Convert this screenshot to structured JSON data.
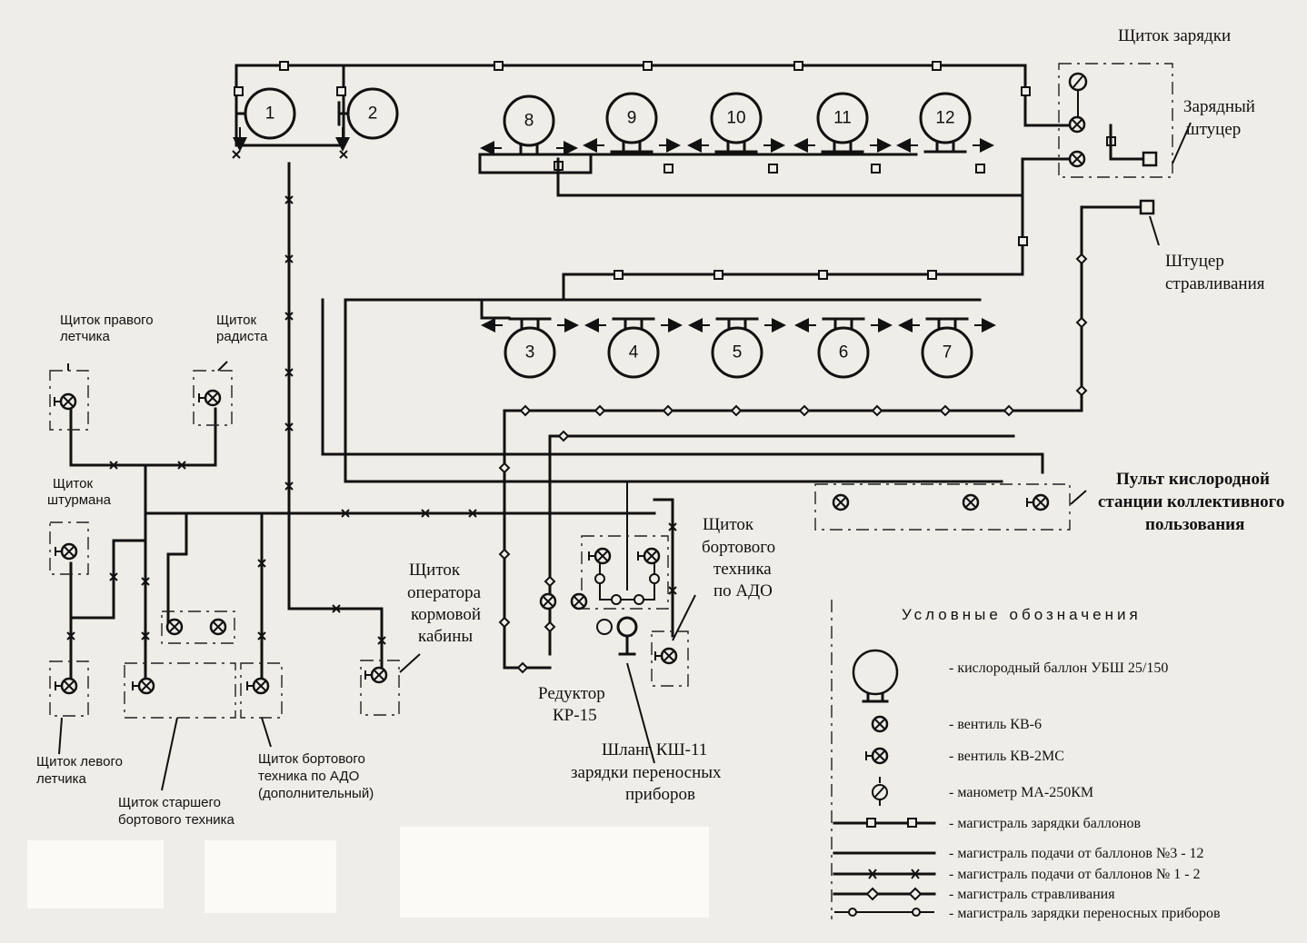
{
  "cylinders": [
    "1",
    "2",
    "3",
    "4",
    "5",
    "6",
    "7",
    "8",
    "9",
    "10",
    "11",
    "12"
  ],
  "labels": {
    "charge_panel": "Щиток зарядки",
    "charge_fitting_1": "Зарядный",
    "charge_fitting_2": "штуцер",
    "bleed_fitting_1": "Штуцер",
    "bleed_fitting_2": "стравливания",
    "right_pilot_1": "Щиток правого",
    "right_pilot_2": "летчика",
    "radio_1": "Щиток",
    "radio_2": "радиста",
    "navigator_1": "Щиток",
    "navigator_2": "штурмана",
    "left_pilot_1": "Щиток левого",
    "left_pilot_2": "летчика",
    "senior_tech_1": "Щиток старшего",
    "senior_tech_2": "бортового техника",
    "ado_extra_1": "Щиток бортового",
    "ado_extra_2": "техника по АДО",
    "ado_extra_3": "(дополнительный)",
    "aft_op_1": "Щиток",
    "aft_op_2": "оператора",
    "aft_op_3": "кормовой",
    "aft_op_4": "кабины",
    "ado_tech_1": "Щиток",
    "ado_tech_2": "бортового",
    "ado_tech_3": "техника",
    "ado_tech_4": "по АДО",
    "reducer_1": "Редуктор",
    "reducer_2": "КР-15",
    "hose_1": "Шланг КШ-11",
    "hose_2": "зарядки переносных",
    "hose_3": "приборов",
    "console_1": "Пульт кислородной",
    "console_2": "станции коллективного",
    "console_3": "пользования"
  },
  "legend": {
    "title": "Условные обозначения",
    "items": [
      "- кислородный баллон УБШ 25/150",
      "- вентиль КВ-6",
      "- вентиль КВ-2МС",
      "- манометр МА-250КМ",
      "- магистраль зарядки баллонов",
      "- магистраль подачи от баллонов №3 - 12",
      "- магистраль подачи от баллонов № 1 - 2",
      "- магистраль стравливания",
      "- магистраль зарядки переносных приборов"
    ]
  }
}
